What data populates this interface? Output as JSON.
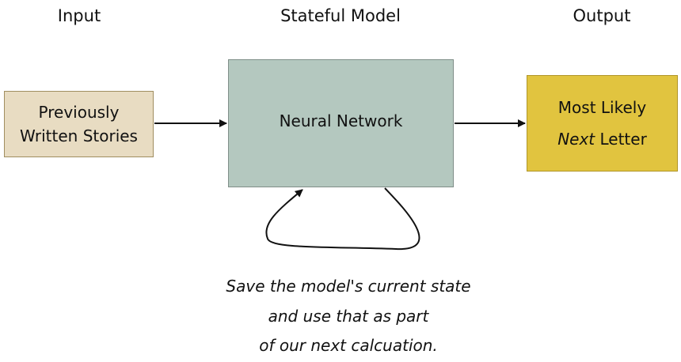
{
  "labels": {
    "input": "Input",
    "model": "Stateful Model",
    "output": "Output"
  },
  "nodes": {
    "input": {
      "line1": "Previously",
      "line2": "Written Stories",
      "color": "#e8dcc2"
    },
    "model": {
      "text": "Neural Network",
      "color": "#b4c8bf"
    },
    "output": {
      "line1": "Most Likely",
      "line2_italic": "Next",
      "line2_rest": " Letter",
      "color": "#e1c43f"
    }
  },
  "caption": {
    "line1": "Save the model's current state",
    "line2": "and use that as part",
    "line3": "of our next calcuation."
  }
}
